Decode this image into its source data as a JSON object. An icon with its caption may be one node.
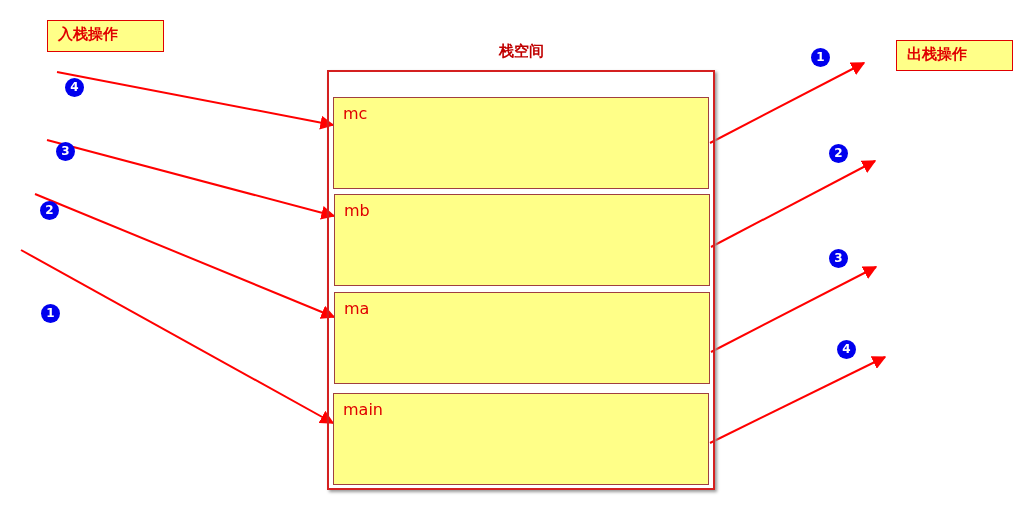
{
  "diagram": {
    "nodes": [
      {
        "text": [
          "入栈操作"
        ]
      },
      {
        "text": [
          "出栈操作"
        ]
      },
      {
        "text": [
          "栈空间"
        ]
      },
      {
        "text": [
          "mc"
        ],
        "in": 2
      },
      {
        "text": [
          "mb"
        ],
        "in": 2
      },
      {
        "text": [
          "ma"
        ],
        "in": 2
      },
      {
        "text": [
          "main"
        ],
        "in": 2
      }
    ],
    "edges": [
      {
        "from": null,
        "to": 3,
        "arrow": "to"
      },
      {
        "from": null,
        "to": 4,
        "arrow": "to"
      },
      {
        "from": null,
        "to": 5,
        "arrow": "to"
      },
      {
        "from": null,
        "to": 6,
        "arrow": "to"
      },
      {
        "from": 3,
        "to": null,
        "arrow": "to"
      },
      {
        "from": 4,
        "to": null,
        "arrow": "to"
      },
      {
        "from": 5,
        "to": null,
        "arrow": "to"
      },
      {
        "from": 6,
        "to": null,
        "arrow": "to"
      }
    ],
    "labels": [
      "4",
      "3",
      "2",
      "1",
      "1",
      "2",
      "3",
      "4"
    ]
  }
}
